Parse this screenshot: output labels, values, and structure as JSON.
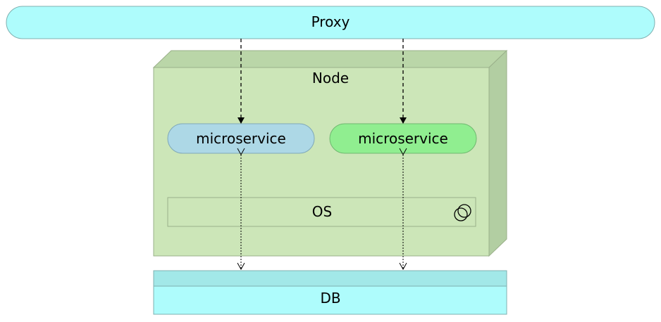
{
  "proxy": {
    "label": "Proxy"
  },
  "node": {
    "label": "Node"
  },
  "services": [
    {
      "label": "microservice",
      "color": "#add8e6"
    },
    {
      "label": "microservice",
      "color": "#90ee90"
    }
  ],
  "os": {
    "label": "OS",
    "icon": "overlapping-circles-icon"
  },
  "db": {
    "label": "DB"
  },
  "colors": {
    "proxy_fill": "#aefcfc",
    "node_front": "#cce6b8",
    "node_top": "#bad6a8",
    "node_side": "#b2cea2",
    "db_top": "#a2e8e8",
    "db_fill": "#aefcfc"
  }
}
